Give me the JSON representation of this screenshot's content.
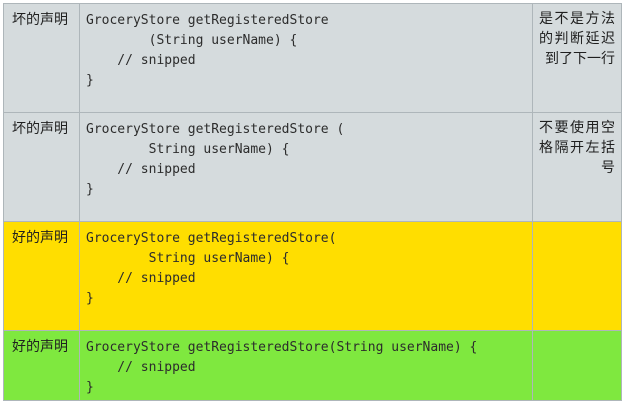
{
  "rows": [
    {
      "label": "坏的声明",
      "color": "#d5dbdd",
      "code": [
        "GroceryStore getRegisteredStore",
        "        (String userName) {",
        "    // snipped",
        "}"
      ],
      "note": "是不是方法的判断延迟到了下一行"
    },
    {
      "label": "坏的声明",
      "color": "#d5dbdd",
      "code": [
        "GroceryStore getRegisteredStore (",
        "        String userName) {",
        "    // snipped",
        "}"
      ],
      "note": "不要使用空格隔开左括号"
    },
    {
      "label": "好的声明",
      "color": "#ffde00",
      "code": [
        "GroceryStore getRegisteredStore(",
        "        String userName) {",
        "    // snipped",
        "}"
      ],
      "note": ""
    },
    {
      "label": "好的声明",
      "color": "#7fe83f",
      "code": [
        "GroceryStore getRegisteredStore(String userName) {",
        "    // snipped",
        "}"
      ],
      "note": ""
    }
  ]
}
